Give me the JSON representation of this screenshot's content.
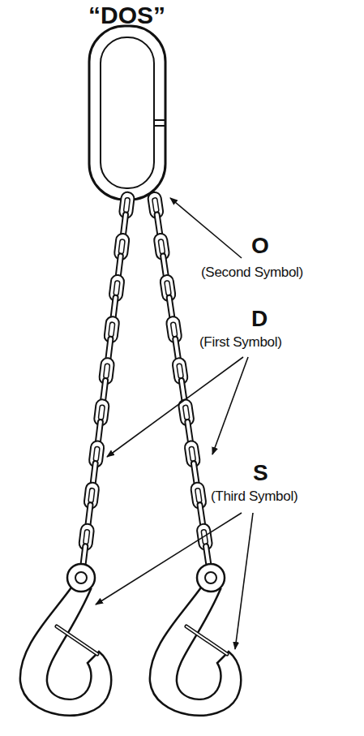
{
  "diagram": {
    "title": "“DOS”",
    "labels": [
      "O",
      "(Second Symbol)",
      "D",
      "(First Symbol)",
      "S",
      "(Third Symbol)"
    ]
  }
}
